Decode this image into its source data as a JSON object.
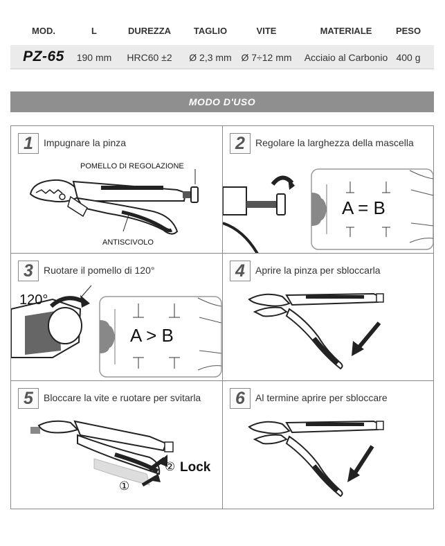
{
  "specs": {
    "headers": [
      "MOD.",
      "L",
      "DUREZZA",
      "TAGLIO",
      "VITE",
      "MATERIALE",
      "PESO"
    ],
    "values": [
      "PZ-65",
      "190 mm",
      "HRC60 ±2",
      "Ø 2,3 mm",
      "Ø 7÷12 mm",
      "Acciaio al Carbonio",
      "400 g"
    ]
  },
  "banner": "MODO D'USO",
  "steps": [
    {
      "number": "1",
      "title": "Impugnare la pinza",
      "labels": [
        "POMELLO DI REGOLAZIONE",
        "ANTISCIVOLO"
      ]
    },
    {
      "number": "2",
      "title": "Regolare la larghezza della mascella",
      "equation": "A = B"
    },
    {
      "number": "3",
      "title": "Ruotare il pomello di 120°",
      "angle": "120°",
      "equation": "A > B"
    },
    {
      "number": "4",
      "title": "Aprire la pinza per sbloccarla"
    },
    {
      "number": "5",
      "title": "Bloccare la vite e ruotare per svitarla",
      "marker1": "①",
      "marker2": "②",
      "lock": "Lock"
    },
    {
      "number": "6",
      "title": "Al termine aprire per sbloccare"
    }
  ],
  "colors": {
    "banner": "#8f8f8f",
    "spec_row": "#ebebeb",
    "border": "#888888"
  }
}
